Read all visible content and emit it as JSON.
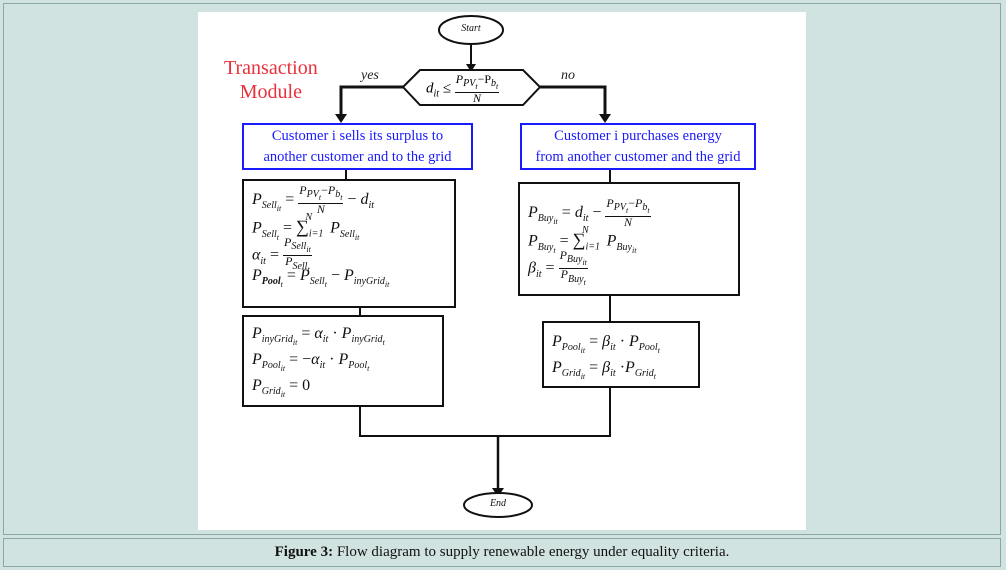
{
  "figure": {
    "start_label": "Start",
    "end_label": "End",
    "module_label_line1": "Transaction",
    "module_label_line2": "Module",
    "yes_label": "yes",
    "no_label": "no",
    "decision": {
      "lhs": "d",
      "lhs_sub": "it",
      "op": "≤",
      "num": "P",
      "num_sub": "PV",
      "num_subsub": "t",
      "num_minus": "−P",
      "num_sub2": "b",
      "num_subsub2": "t",
      "den": "N"
    },
    "left_blue_line1": "Customer i sells its surplus to",
    "left_blue_line2": "another customer and to the grid",
    "right_blue_line1": "Customer i purchases energy",
    "right_blue_line2": "from another customer and the grid"
  },
  "caption": {
    "label": "Figure 3:",
    "text": " Flow diagram to supply renewable energy under equality criteria."
  }
}
